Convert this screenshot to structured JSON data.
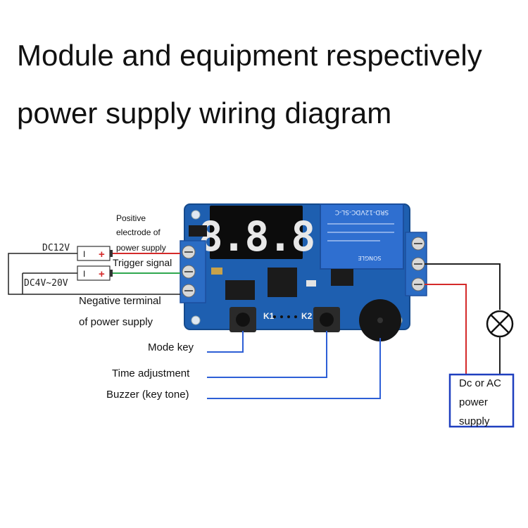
{
  "title": {
    "line1": "Module and equipment respectively",
    "line2": "power supply wiring diagram"
  },
  "labels": {
    "positive_line1": "Positive",
    "positive_line2": "electrode of",
    "positive_line3": "power supply",
    "trigger": "Trigger signal",
    "negative_line1": "Negative terminal",
    "negative_line2": "of power supply",
    "mode_key": "Mode key",
    "time_adjust": "Time adjustment",
    "buzzer": "Buzzer (key tone)",
    "dc12v": "DC12V",
    "dc4v20v": "DC4V~20V",
    "batt_minus": "I",
    "batt_plus": "+",
    "k1": "K1",
    "k2": "K2",
    "display": "8.8.8",
    "relay_text": "SRD-12VDC-SL-C",
    "relay_brand": "SONGLE"
  },
  "supply_box": {
    "line1": "Dc or AC",
    "line2": "power",
    "line3": "supply"
  },
  "colors": {
    "board": "#1e5fb0",
    "relay": "#2f6fd0",
    "terminal": "#2b6cc4",
    "red_wire": "#d42a2a",
    "green_wire": "#2fa84f",
    "leader_blue": "#2d5fd6",
    "box_border": "#1f3fbf"
  }
}
